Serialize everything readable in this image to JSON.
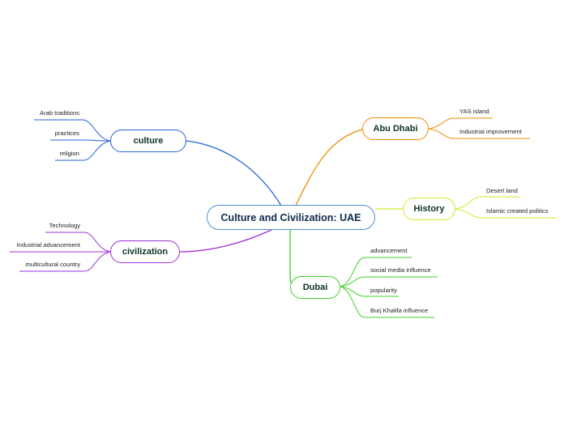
{
  "central": {
    "label": "Culture and Civilization: UAE"
  },
  "topics": {
    "culture": {
      "label": "culture",
      "color": "#2563d9",
      "children": [
        "Arab traditions",
        "practices",
        "religion"
      ]
    },
    "civilization": {
      "label": "civilization",
      "color": "#9b30d9",
      "children": [
        "Technology",
        "Industrial advancement",
        "multicultural country"
      ]
    },
    "abu_dhabi": {
      "label": "Abu Dhabi",
      "color": "#f08c00",
      "children": [
        "YAS island",
        "Industrial improvement"
      ]
    },
    "history": {
      "label": "History",
      "color": "#d4e827",
      "children": [
        "Desert land",
        "Islamic created politics"
      ]
    },
    "dubai": {
      "label": "Dubai",
      "color": "#3fcf2a",
      "children": [
        "advancement",
        "social media influence",
        "popularity",
        "Burj Khalifa influence"
      ]
    }
  }
}
